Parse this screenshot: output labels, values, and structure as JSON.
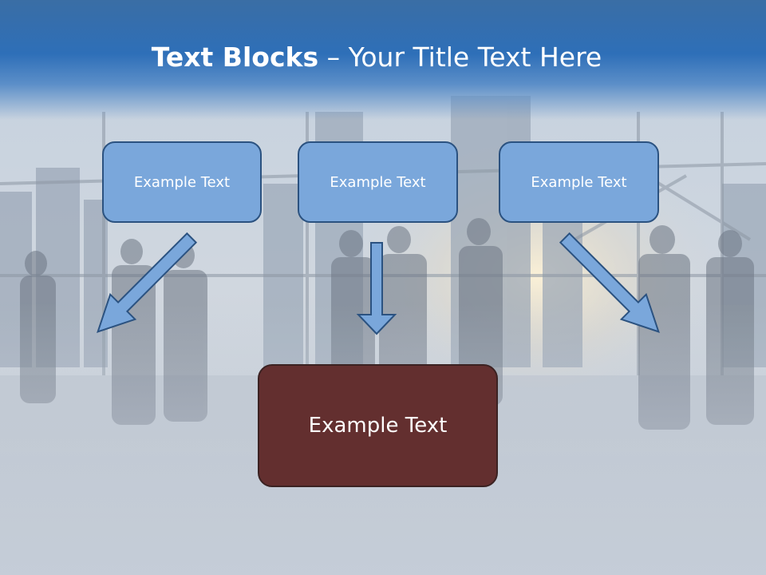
{
  "title": {
    "bold": "Text Blocks",
    "dash": " – ",
    "rest": "Your Title Text Here"
  },
  "blocks": [
    {
      "label": "Example Text"
    },
    {
      "label": "Example Text"
    },
    {
      "label": "Example Text"
    }
  ],
  "main_block": {
    "label": "Example Text"
  },
  "colors": {
    "header": "#2e6fb8",
    "block_fill": "#7aa7db",
    "block_border": "#2b5280",
    "main_fill": "#632f2f",
    "arrow_fill": "#7aa7db"
  }
}
